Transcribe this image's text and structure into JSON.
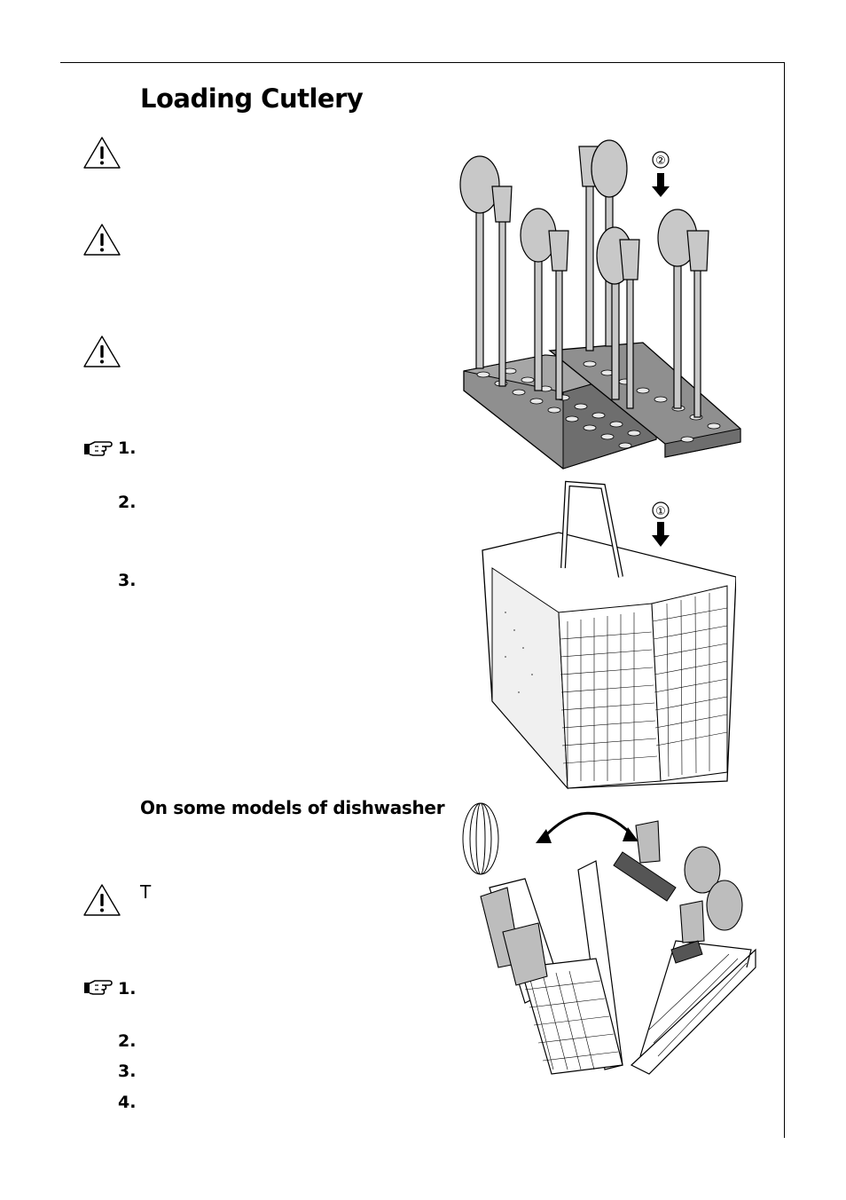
{
  "page": {
    "title": "Loading Cutlery",
    "subheading": "On some models of dishwasher",
    "stray_text": "T"
  },
  "steps_group_1": [
    "1.",
    "2.",
    "3."
  ],
  "steps_group_2": [
    "1.",
    "2.",
    "3.",
    "4."
  ],
  "figures": {
    "grid_callout": "②",
    "basket_callout": "①"
  },
  "icons": {
    "warning": "warning-triangle-icon",
    "pointing_hand": "pointing-hand-icon"
  }
}
